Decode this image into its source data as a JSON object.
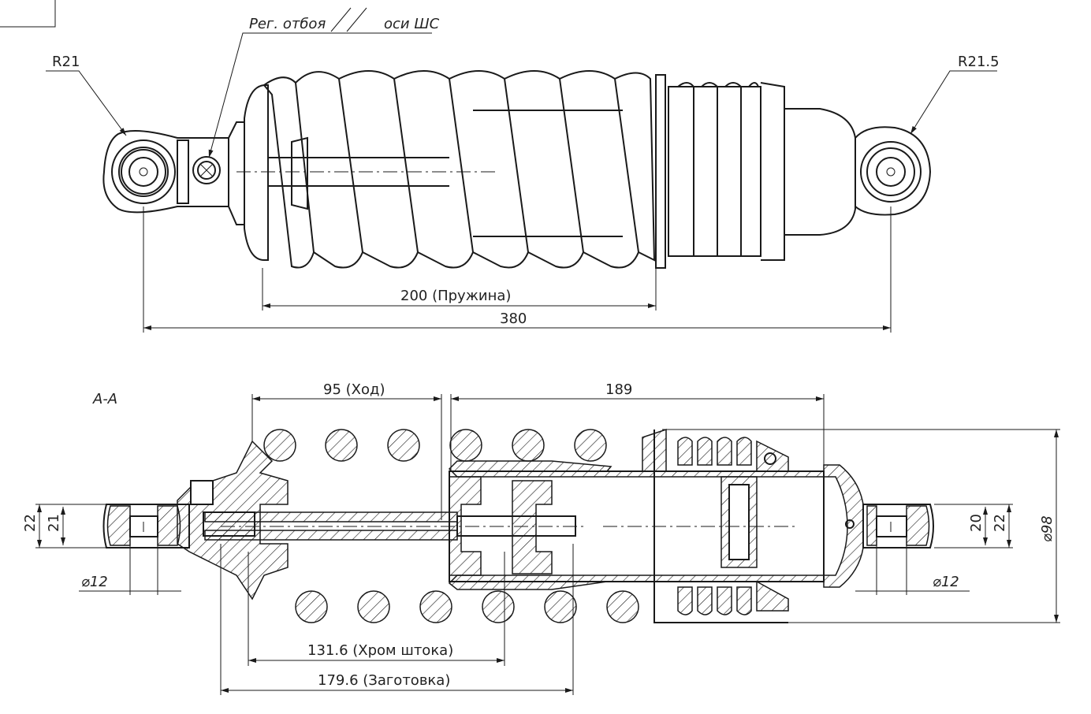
{
  "top_view": {
    "label_r_left": "R21",
    "label_r_right": "R21.5",
    "label_rebound": "Рег. отбоя",
    "label_axes": "оси ШС",
    "dim_spring": "200 (Пружина)",
    "dim_total": "380"
  },
  "section_view": {
    "section_label": "А-А",
    "dim_stroke": "95 (Ход)",
    "dim_body": "189",
    "dim_left_outer": "22",
    "dim_left_inner": "21",
    "dim_left_bore": "⌀12",
    "dim_right_inner": "20",
    "dim_right_outer": "22",
    "dim_right_bore": "⌀12",
    "dim_diameter": "⌀98",
    "dim_chrome": "131.6 (Хром штока)",
    "dim_blank": "179.6 (Заготовка)"
  },
  "colors": {
    "line": "#1a1a1a",
    "background": "#ffffff"
  }
}
